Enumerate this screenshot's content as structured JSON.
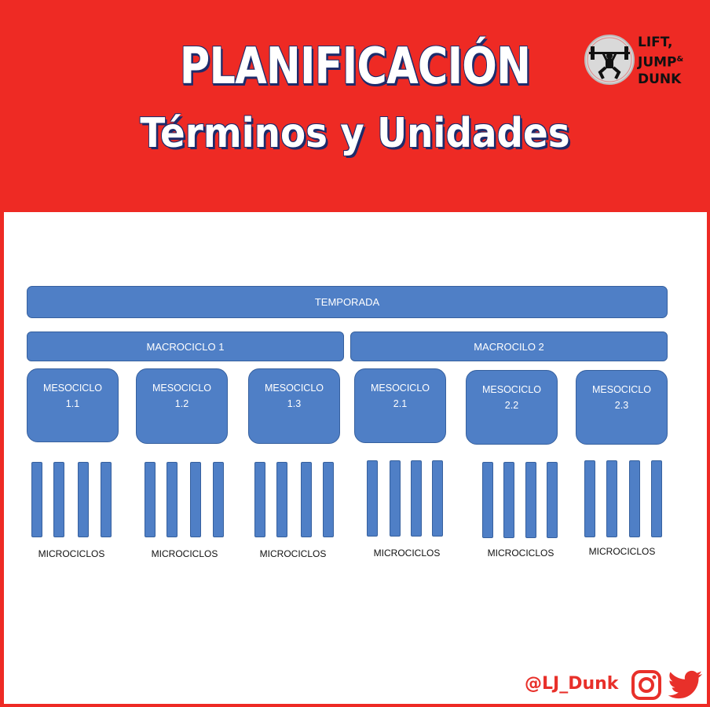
{
  "header": {
    "title": "PLANIFICACIÓN",
    "subtitle": "Términos y Unidades",
    "brand": {
      "line1": "LIFT,",
      "line2": "JUMP",
      "amp": "&",
      "line3": "DUNK",
      "icon": "weightlifter-logo"
    },
    "colors": {
      "background": "#ee2a24",
      "text": "#ffffff",
      "outline": "#1d2b6b"
    }
  },
  "diagram": {
    "temporada": "TEMPORADA",
    "macrociclos": [
      {
        "label": "MACROCICLO 1"
      },
      {
        "label": "MACROCILO 2"
      }
    ],
    "mesociclos": [
      {
        "line1": "MESOCICLO",
        "line2": "1.1"
      },
      {
        "line1": "MESOCICLO",
        "line2": "1.2"
      },
      {
        "line1": "MESOCICLO",
        "line2": "1.3"
      },
      {
        "line1": "MESOCICLO",
        "line2": "2.1"
      },
      {
        "line1": "MESOCICLO",
        "line2": "2.2"
      },
      {
        "line1": "MESOCICLO",
        "line2": "2.3"
      }
    ],
    "microciclos_per_mesociclo": 4,
    "microciclos_label": "MICROCICLOS",
    "colors": {
      "box": "#4f7fc6",
      "border": "#36609e"
    }
  },
  "footer": {
    "handle": "@LJ_Dunk",
    "icons": [
      "instagram-icon",
      "twitter-icon"
    ],
    "color": "#e8302a"
  }
}
